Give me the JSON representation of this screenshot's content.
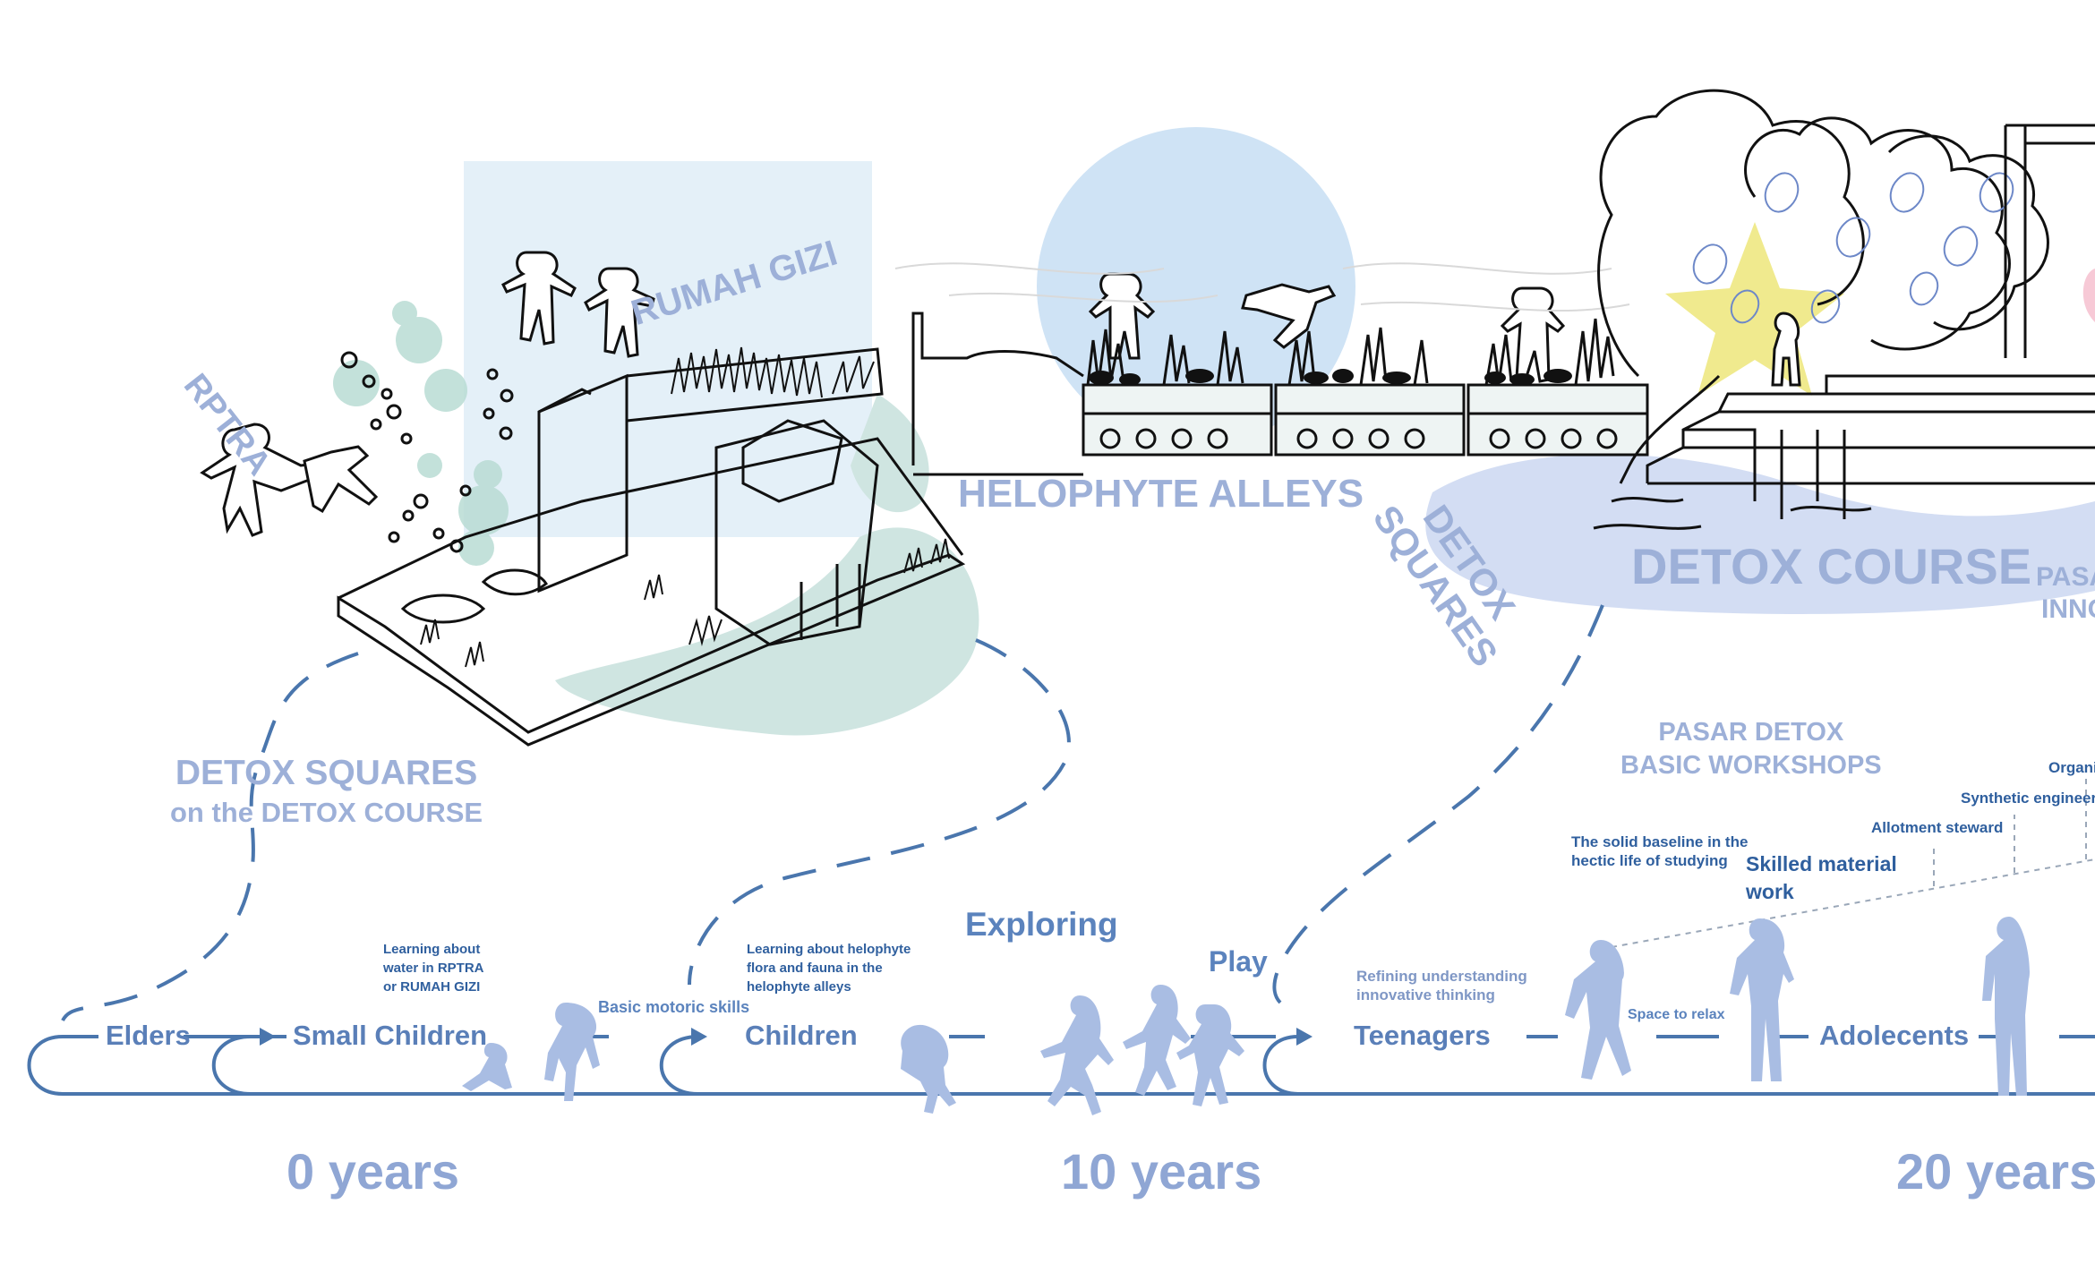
{
  "labels": {
    "rptra": "RPTRA",
    "rumah_gizi": "RUMAH GIZI",
    "helophyte_alleys": "HELOPHYTE ALLEYS",
    "detox_squares": "DETOX\nSQUARES",
    "detox_course": "DETOX COURSE",
    "pasar_partial": "PASA",
    "inno_partial": "INNO",
    "detox_squares_caption_1": "DETOX SQUARES",
    "detox_squares_caption_2": "on the DETOX COURSE",
    "pasar_detox_1": "PASAR DETOX",
    "pasar_detox_2": "BASIC WORKSHOPS"
  },
  "career_ladder": {
    "organic": "Organic",
    "synthetic": "Synthetic engineer",
    "allotment": "Allotment steward",
    "skilled": "Skilled material work",
    "solid_baseline": "The solid baseline in the hectic life of studying"
  },
  "timeline": {
    "stages": [
      "Elders",
      "Small Children",
      "Children",
      "Teenagers",
      "Adolecents"
    ],
    "notes": {
      "learning_water": "Learning about water in RPTRA or RUMAH GIZI",
      "basic_motoric": "Basic motoric skills",
      "learning_helophyte": "Learning about helophyte flora and fauna in the helophyte alleys",
      "exploring": "Exploring",
      "play": "Play",
      "refining": "Refining understanding innovative thinking",
      "space_relax": "Space to relax"
    },
    "years": [
      "0 years",
      "10 years",
      "20 years"
    ]
  },
  "colors": {
    "line_blue": "#4a76ad",
    "label_light": "#9db0d8",
    "sky_circle": "#cfe3f5",
    "teal_blob": "#cfe5e1",
    "star_yellow": "#f0ea8e",
    "silhouette": "#a9bde3",
    "lavender_blob": "#d3ddf3"
  }
}
